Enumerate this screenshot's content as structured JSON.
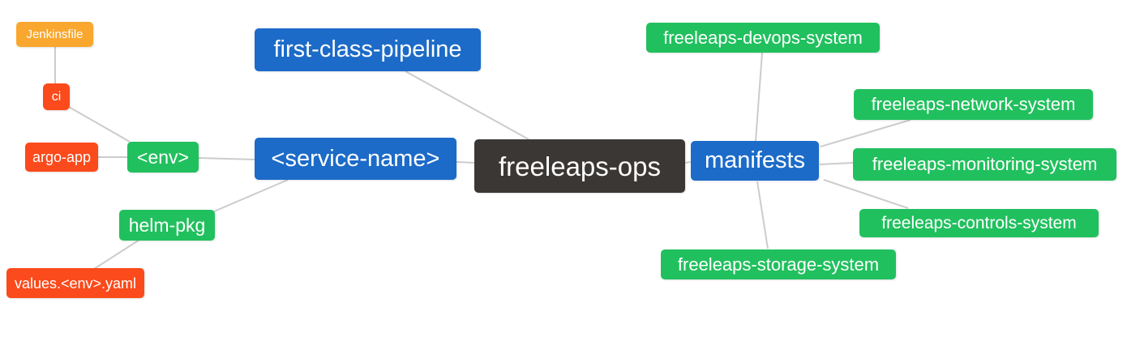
{
  "diagram": {
    "type": "mindmap",
    "title": "freeleaps-ops repository structure mind map",
    "root": "freeleaps-ops",
    "palette": {
      "blue": "#1C6BC8",
      "green": "#21C05E",
      "red": "#FB4A1B",
      "orange": "#F9A72E",
      "dark": "#3B3734",
      "edge": "#CCCCCC",
      "text": "#FFFFFF",
      "background": "#FFFFFF"
    },
    "nodes": [
      {
        "id": "jenkinsfile",
        "label": "Jenkinsfile",
        "color": "orange",
        "parent": "ci"
      },
      {
        "id": "ci",
        "label": "ci",
        "color": "red",
        "parent": "env"
      },
      {
        "id": "argo-app",
        "label": "argo-app",
        "color": "red",
        "parent": "env"
      },
      {
        "id": "env",
        "label": "<env>",
        "color": "green",
        "parent": "service-name"
      },
      {
        "id": "helm-pkg",
        "label": "helm-pkg",
        "color": "green",
        "parent": "service-name"
      },
      {
        "id": "values-env-yaml",
        "label": "values.<env>.yaml",
        "color": "red",
        "parent": "helm-pkg"
      },
      {
        "id": "first-class-pipeline",
        "label": "first-class-pipeline",
        "color": "blue",
        "parent": "freeleaps-ops"
      },
      {
        "id": "service-name",
        "label": "<service-name>",
        "color": "blue",
        "parent": "freeleaps-ops"
      },
      {
        "id": "freeleaps-ops",
        "label": "freeleaps-ops",
        "color": "dark",
        "parent": null
      },
      {
        "id": "manifests",
        "label": "manifests",
        "color": "blue",
        "parent": "freeleaps-ops"
      },
      {
        "id": "freeleaps-devops-system",
        "label": "freeleaps-devops-system",
        "color": "green",
        "parent": "manifests"
      },
      {
        "id": "freeleaps-network-system",
        "label": "freeleaps-network-system",
        "color": "green",
        "parent": "manifests"
      },
      {
        "id": "freeleaps-monitoring-system",
        "label": "freeleaps-monitoring-system",
        "color": "green",
        "parent": "manifests"
      },
      {
        "id": "freeleaps-controls-system",
        "label": "freeleaps-controls-system",
        "color": "green",
        "parent": "manifests"
      },
      {
        "id": "freeleaps-storage-system",
        "label": "freeleaps-storage-system",
        "color": "green",
        "parent": "manifests"
      }
    ],
    "edges": [
      {
        "from": "jenkinsfile",
        "to": "ci"
      },
      {
        "from": "ci",
        "to": "env"
      },
      {
        "from": "argo-app",
        "to": "env"
      },
      {
        "from": "env",
        "to": "service-name"
      },
      {
        "from": "service-name",
        "to": "helm-pkg"
      },
      {
        "from": "helm-pkg",
        "to": "values-env-yaml"
      },
      {
        "from": "first-class-pipeline",
        "to": "freeleaps-ops"
      },
      {
        "from": "service-name",
        "to": "freeleaps-ops"
      },
      {
        "from": "freeleaps-ops",
        "to": "manifests"
      },
      {
        "from": "manifests",
        "to": "freeleaps-devops-system"
      },
      {
        "from": "manifests",
        "to": "freeleaps-network-system"
      },
      {
        "from": "manifests",
        "to": "freeleaps-monitoring-system"
      },
      {
        "from": "manifests",
        "to": "freeleaps-controls-system"
      },
      {
        "from": "manifests",
        "to": "freeleaps-storage-system"
      }
    ]
  }
}
